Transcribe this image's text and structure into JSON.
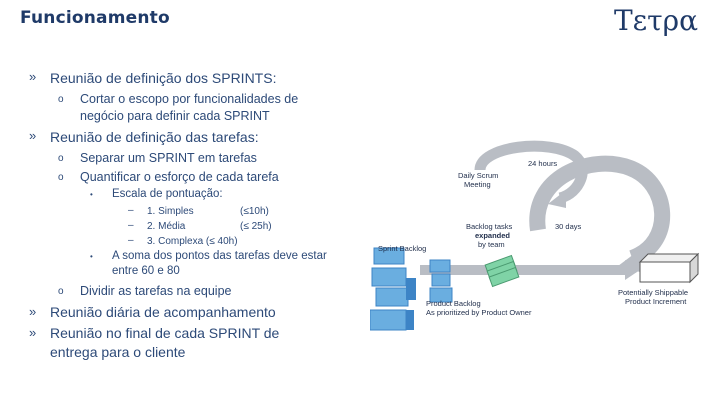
{
  "header": {
    "title": "Funcionamento",
    "logo_text": "Τετρα"
  },
  "bullets": {
    "level1_marker": "»",
    "level2_marker": "o",
    "level3_marker": "•",
    "level4_marker": "–"
  },
  "content": {
    "b1": "Reunião de definição dos SPRINTS:",
    "b1_1_line1": "Cortar o escopo por funcionalidades de",
    "b1_1_line2": "negócio para definir cada SPRINT",
    "b2": "Reunião de definição das tarefas:",
    "b2_1": "Separar um SPRINT em tarefas",
    "b2_2": "Quantificar o esforço de cada tarefa",
    "b2_2_1": "Escala de pontuação:",
    "scale": [
      {
        "label": "1. Simples",
        "hours": "(≤10h)"
      },
      {
        "label": "2. Média",
        "hours": "(≤ 25h)"
      },
      {
        "label": "3. Complexa (≤ 40h)",
        "hours": ""
      }
    ],
    "b2_2_2_line1": "A soma dos pontos das tarefas deve estar",
    "b2_2_2_line2": "entre 60 e 80",
    "b2_3": "Dividir as tarefas na equipe",
    "b3": "Reunião diária de acompanhamento",
    "b4_line1": "Reunião no final de cada SPRINT de",
    "b4_line2": "entrega para o cliente"
  },
  "diagram": {
    "daily_line1": "Daily Scrum",
    "daily_line2": "Meeting",
    "hours": "24 hours",
    "days": "30 days",
    "backlog_tasks_line1": "Backlog tasks",
    "backlog_tasks_line2": "expanded",
    "backlog_tasks_line3": "by team",
    "sprint_backlog": "Sprint Backlog",
    "product_backlog_line1": "Product Backlog",
    "product_backlog_line2": "As prioritized by Product Owner",
    "increment_line1": "Potentially Shippable",
    "increment_line2": "Product Increment",
    "colors": {
      "arrow": "#b9bdc4",
      "box": "#6aaee0",
      "box_dark": "#3d84c6",
      "tasks": "#7fd3a6"
    }
  }
}
